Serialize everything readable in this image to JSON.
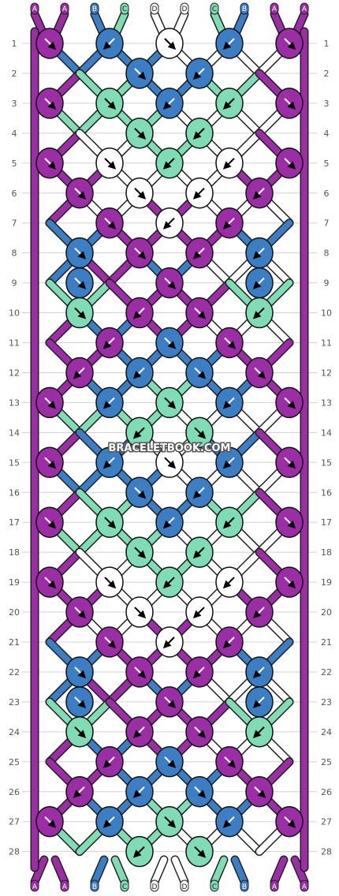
{
  "watermark": "BRACELETBOOK.COM",
  "colors": {
    "A": "#9c2ea5",
    "B": "#3b7ec3",
    "C": "#7fdcb5",
    "D": "#ffffff"
  },
  "strings_top": [
    "A",
    "A",
    "B",
    "C",
    "D",
    "D",
    "C",
    "B",
    "A",
    "A"
  ],
  "strings_bottom": [
    "A",
    "A",
    "B",
    "C",
    "D",
    "D",
    "C",
    "B",
    "A",
    "A"
  ],
  "row_labels": [
    "1",
    "2",
    "3",
    "4",
    "5",
    "6",
    "7",
    "8",
    "9",
    "10",
    "11",
    "12",
    "13",
    "14",
    "15",
    "16",
    "17",
    "18",
    "19",
    "20",
    "21",
    "22",
    "23",
    "24",
    "25",
    "26",
    "27",
    "28"
  ],
  "rows": [
    [
      {
        "c": "A",
        "d": "right"
      },
      {
        "c": "B",
        "d": "left"
      },
      {
        "c": "D",
        "d": "right"
      },
      {
        "c": "B",
        "d": "left"
      },
      {
        "c": "A",
        "d": "right"
      }
    ],
    [
      {
        "c": "B",
        "d": "right"
      },
      {
        "c": "B",
        "d": "left"
      }
    ],
    [
      {
        "c": "A",
        "d": "right"
      },
      {
        "c": "C",
        "d": "right"
      },
      {
        "c": "B",
        "d": "left"
      },
      {
        "c": "C",
        "d": "left"
      },
      {
        "c": "A",
        "d": "right"
      }
    ],
    [
      {
        "c": "C",
        "d": "right"
      },
      {
        "c": "C",
        "d": "left"
      }
    ],
    [
      {
        "c": "A",
        "d": "right"
      },
      {
        "c": "D",
        "d": "right"
      },
      {
        "c": "C",
        "d": "left"
      },
      {
        "c": "D",
        "d": "left"
      },
      {
        "c": "A",
        "d": "right"
      }
    ],
    [
      {
        "c": "A",
        "d": "right"
      },
      {
        "c": "D",
        "d": "right"
      },
      {
        "c": "D",
        "d": "left"
      },
      {
        "c": "A",
        "d": "left"
      }
    ],
    [
      {
        "c": "A",
        "d": "right"
      },
      {
        "c": "D",
        "d": "left"
      },
      {
        "c": "A",
        "d": "left"
      }
    ],
    [
      {
        "c": "B",
        "d": "right"
      },
      {
        "c": "A",
        "d": "right"
      },
      {
        "c": "A",
        "d": "left"
      },
      {
        "c": "B",
        "d": "left"
      }
    ],
    [
      {
        "c": "B",
        "d": "right"
      },
      {
        "c": "A",
        "d": "right"
      },
      {
        "c": "B",
        "d": "left"
      }
    ],
    [
      {
        "c": "C",
        "d": "right"
      },
      {
        "c": "A",
        "d": "left"
      },
      {
        "c": "A",
        "d": "right"
      },
      {
        "c": "C",
        "d": "left"
      }
    ],
    [
      {
        "c": "A",
        "d": "left"
      },
      {
        "c": "B",
        "d": "right"
      },
      {
        "c": "A",
        "d": "right"
      }
    ],
    [
      {
        "c": "A",
        "d": "left"
      },
      {
        "c": "B",
        "d": "left"
      },
      {
        "c": "B",
        "d": "right"
      },
      {
        "c": "A",
        "d": "right"
      }
    ],
    [
      {
        "c": "A",
        "d": "right"
      },
      {
        "c": "B",
        "d": "left"
      },
      {
        "c": "C",
        "d": "right"
      },
      {
        "c": "B",
        "d": "left"
      },
      {
        "c": "A",
        "d": "right"
      }
    ],
    [
      {
        "c": "C",
        "d": "left"
      },
      {
        "c": "C",
        "d": "right"
      }
    ],
    [
      {
        "c": "A",
        "d": "right"
      },
      {
        "c": "B",
        "d": "left"
      },
      {
        "c": "D",
        "d": "right"
      },
      {
        "c": "B",
        "d": "left"
      },
      {
        "c": "A",
        "d": "right"
      }
    ],
    [
      {
        "c": "B",
        "d": "right"
      },
      {
        "c": "B",
        "d": "left"
      }
    ],
    [
      {
        "c": "A",
        "d": "right"
      },
      {
        "c": "C",
        "d": "right"
      },
      {
        "c": "B",
        "d": "left"
      },
      {
        "c": "C",
        "d": "left"
      },
      {
        "c": "A",
        "d": "right"
      }
    ],
    [
      {
        "c": "C",
        "d": "right"
      },
      {
        "c": "C",
        "d": "left"
      }
    ],
    [
      {
        "c": "A",
        "d": "right"
      },
      {
        "c": "D",
        "d": "right"
      },
      {
        "c": "C",
        "d": "left"
      },
      {
        "c": "D",
        "d": "left"
      },
      {
        "c": "A",
        "d": "right"
      }
    ],
    [
      {
        "c": "A",
        "d": "right"
      },
      {
        "c": "D",
        "d": "right"
      },
      {
        "c": "D",
        "d": "left"
      },
      {
        "c": "A",
        "d": "left"
      }
    ],
    [
      {
        "c": "A",
        "d": "right"
      },
      {
        "c": "D",
        "d": "left"
      },
      {
        "c": "A",
        "d": "left"
      }
    ],
    [
      {
        "c": "B",
        "d": "right"
      },
      {
        "c": "A",
        "d": "right"
      },
      {
        "c": "A",
        "d": "left"
      },
      {
        "c": "B",
        "d": "left"
      }
    ],
    [
      {
        "c": "B",
        "d": "right"
      },
      {
        "c": "A",
        "d": "right"
      },
      {
        "c": "B",
        "d": "left"
      }
    ],
    [
      {
        "c": "C",
        "d": "right"
      },
      {
        "c": "A",
        "d": "left"
      },
      {
        "c": "A",
        "d": "right"
      },
      {
        "c": "C",
        "d": "left"
      }
    ],
    [
      {
        "c": "A",
        "d": "left"
      },
      {
        "c": "B",
        "d": "right"
      },
      {
        "c": "A",
        "d": "right"
      }
    ],
    [
      {
        "c": "A",
        "d": "left"
      },
      {
        "c": "B",
        "d": "left"
      },
      {
        "c": "B",
        "d": "right"
      },
      {
        "c": "A",
        "d": "right"
      }
    ],
    [
      {
        "c": "A",
        "d": "right"
      },
      {
        "c": "B",
        "d": "left"
      },
      {
        "c": "C",
        "d": "right"
      },
      {
        "c": "B",
        "d": "left"
      },
      {
        "c": "A",
        "d": "right"
      }
    ],
    [
      {
        "c": "C",
        "d": "left"
      },
      {
        "c": "C",
        "d": "right"
      }
    ]
  ]
}
